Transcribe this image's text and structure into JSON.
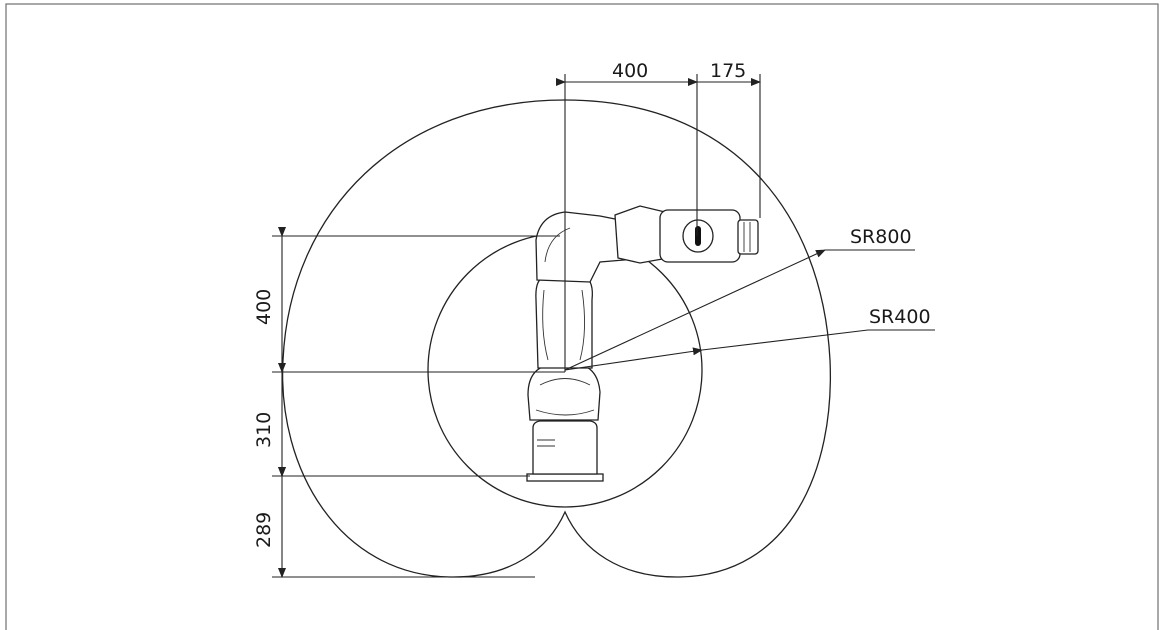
{
  "dimensions": {
    "top_arm_length": "400",
    "top_wrist_offset": "175",
    "left_upper_arm": "400",
    "left_shoulder_height": "310",
    "left_base_height": "289"
  },
  "reach_labels": {
    "outer": "SR800",
    "inner": "SR400"
  }
}
